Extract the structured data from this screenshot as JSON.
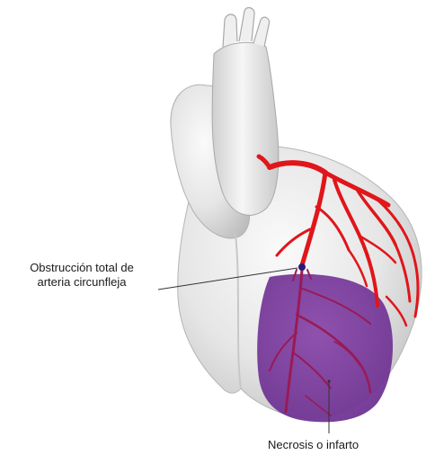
{
  "labels": {
    "obstruction_line1": "Obstrucción total de",
    "obstruction_line2": "arteria circunfleja",
    "necrosis": "Necrosis o infarto"
  },
  "colors": {
    "heart_tissue": "#ececec",
    "heart_shadow": "#c4c4c4",
    "artery": "#e0161a",
    "artery_dark": "#9a1a55",
    "infarct_area": "#7a3a9c",
    "obstruction": "#2a1a7a",
    "leader_line": "#333333",
    "text": "#1a1a1a"
  }
}
